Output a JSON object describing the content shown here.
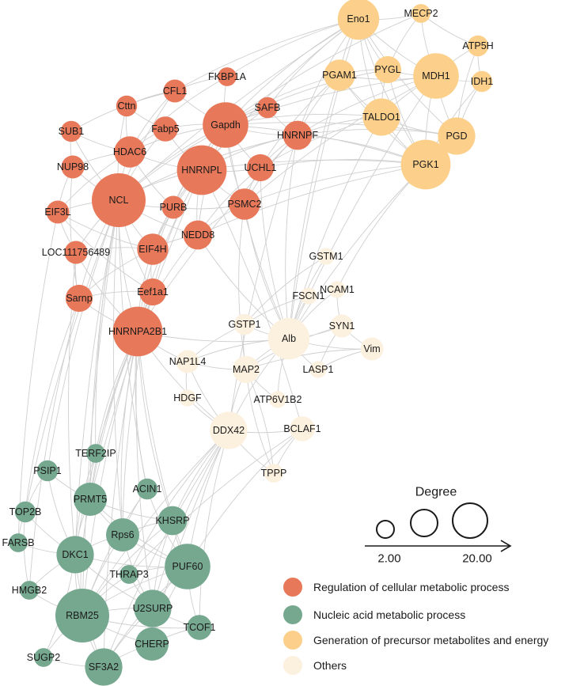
{
  "colors": {
    "regulation": "#e8785a",
    "nucleic": "#76a890",
    "generation": "#fcd08a",
    "others": "#fcf0de",
    "edge": "#cfcfcf"
  },
  "nodes": [
    {
      "id": "Eno1",
      "cat": "generation",
      "deg": 14
    },
    {
      "id": "MECP2",
      "cat": "generation",
      "deg": 3
    },
    {
      "id": "ATP5H",
      "cat": "generation",
      "deg": 4
    },
    {
      "id": "PYGL",
      "cat": "generation",
      "deg": 7
    },
    {
      "id": "PGAM1",
      "cat": "generation",
      "deg": 9
    },
    {
      "id": "MDH1",
      "cat": "generation",
      "deg": 16
    },
    {
      "id": "IDH1",
      "cat": "generation",
      "deg": 4
    },
    {
      "id": "TALDO1",
      "cat": "generation",
      "deg": 12
    },
    {
      "id": "PGD",
      "cat": "generation",
      "deg": 12
    },
    {
      "id": "PGK1",
      "cat": "generation",
      "deg": 18
    },
    {
      "id": "FKBP1A",
      "cat": "regulation",
      "deg": 3
    },
    {
      "id": "CFL1",
      "cat": "regulation",
      "deg": 5
    },
    {
      "id": "Cttn",
      "cat": "regulation",
      "deg": 4
    },
    {
      "id": "SAFB",
      "cat": "regulation",
      "deg": 4
    },
    {
      "id": "Gapdh",
      "cat": "regulation",
      "deg": 16
    },
    {
      "id": "Fabp5",
      "cat": "regulation",
      "deg": 6
    },
    {
      "id": "SUB1",
      "cat": "regulation",
      "deg": 4
    },
    {
      "id": "HNRNPF",
      "cat": "regulation",
      "deg": 8
    },
    {
      "id": "HDAC6",
      "cat": "regulation",
      "deg": 9
    },
    {
      "id": "NUP98",
      "cat": "regulation",
      "deg": 5
    },
    {
      "id": "HNRNPL",
      "cat": "regulation",
      "deg": 18
    },
    {
      "id": "UCHL1",
      "cat": "regulation",
      "deg": 7
    },
    {
      "id": "NCL",
      "cat": "regulation",
      "deg": 20
    },
    {
      "id": "EIF3L",
      "cat": "regulation",
      "deg": 5
    },
    {
      "id": "PURB",
      "cat": "regulation",
      "deg": 5
    },
    {
      "id": "PSMC2",
      "cat": "regulation",
      "deg": 9
    },
    {
      "id": "NEDD8",
      "cat": "regulation",
      "deg": 8
    },
    {
      "id": "EIF4H",
      "cat": "regulation",
      "deg": 9
    },
    {
      "id": "LOC111756489",
      "cat": "regulation",
      "deg": 5
    },
    {
      "id": "Eef1a1",
      "cat": "regulation",
      "deg": 7
    },
    {
      "id": "Sarnp",
      "cat": "regulation",
      "deg": 7
    },
    {
      "id": "HNRNPA2B1",
      "cat": "regulation",
      "deg": 18
    },
    {
      "id": "GSTM1",
      "cat": "others",
      "deg": 2
    },
    {
      "id": "FSCN1",
      "cat": "others",
      "deg": 2
    },
    {
      "id": "NCAM1",
      "cat": "others",
      "deg": 2
    },
    {
      "id": "GSTP1",
      "cat": "others",
      "deg": 4
    },
    {
      "id": "Alb",
      "cat": "others",
      "deg": 14
    },
    {
      "id": "SYN1",
      "cat": "others",
      "deg": 5
    },
    {
      "id": "Vim",
      "cat": "others",
      "deg": 5
    },
    {
      "id": "NAP1L4",
      "cat": "others",
      "deg": 5
    },
    {
      "id": "MAP2",
      "cat": "others",
      "deg": 7
    },
    {
      "id": "LASP1",
      "cat": "others",
      "deg": 2
    },
    {
      "id": "ATP6V1B2",
      "cat": "others",
      "deg": 2
    },
    {
      "id": "HDGF",
      "cat": "others",
      "deg": 2
    },
    {
      "id": "DDX42",
      "cat": "others",
      "deg": 12
    },
    {
      "id": "BCLAF1",
      "cat": "others",
      "deg": 6
    },
    {
      "id": "TPPP",
      "cat": "others",
      "deg": 3
    },
    {
      "id": "TERF2IP",
      "cat": "nucleic",
      "deg": 3
    },
    {
      "id": "PSIP1",
      "cat": "nucleic",
      "deg": 4
    },
    {
      "id": "PRMT5",
      "cat": "nucleic",
      "deg": 10
    },
    {
      "id": "ACIN1",
      "cat": "nucleic",
      "deg": 4
    },
    {
      "id": "TOP2B",
      "cat": "nucleic",
      "deg": 4
    },
    {
      "id": "KHSRP",
      "cat": "nucleic",
      "deg": 8
    },
    {
      "id": "FARSB",
      "cat": "nucleic",
      "deg": 3
    },
    {
      "id": "Rps6",
      "cat": "nucleic",
      "deg": 10
    },
    {
      "id": "DKC1",
      "cat": "nucleic",
      "deg": 12
    },
    {
      "id": "PUF60",
      "cat": "nucleic",
      "deg": 16
    },
    {
      "id": "THRAP3",
      "cat": "nucleic",
      "deg": 3
    },
    {
      "id": "HMGB2",
      "cat": "nucleic",
      "deg": 3
    },
    {
      "id": "U2SURP",
      "cat": "nucleic",
      "deg": 12
    },
    {
      "id": "RBM25",
      "cat": "nucleic",
      "deg": 20
    },
    {
      "id": "TCOF1",
      "cat": "nucleic",
      "deg": 6
    },
    {
      "id": "CHERP",
      "cat": "nucleic",
      "deg": 10
    },
    {
      "id": "SUGP2",
      "cat": "nucleic",
      "deg": 3
    },
    {
      "id": "SF3A2",
      "cat": "nucleic",
      "deg": 12
    }
  ],
  "edges": [
    [
      "Eno1",
      "MECP2"
    ],
    [
      "Eno1",
      "PGAM1"
    ],
    [
      "Eno1",
      "PYGL"
    ],
    [
      "Eno1",
      "MDH1"
    ],
    [
      "Eno1",
      "TALDO1"
    ],
    [
      "Eno1",
      "PGK1"
    ],
    [
      "Eno1",
      "PGD"
    ],
    [
      "Eno1",
      "Gapdh"
    ],
    [
      "Eno1",
      "HNRNPF"
    ],
    [
      "Eno1",
      "SAFB"
    ],
    [
      "Eno1",
      "FKBP1A"
    ],
    [
      "Eno1",
      "CFL1"
    ],
    [
      "Eno1",
      "NCL"
    ],
    [
      "Eno1",
      "Alb"
    ],
    [
      "Eno1",
      "HNRNPL"
    ],
    [
      "MECP2",
      "MDH1"
    ],
    [
      "MECP2",
      "ATP5H"
    ],
    [
      "MECP2",
      "PYGL"
    ],
    [
      "MECP2",
      "Gapdh"
    ],
    [
      "ATP5H",
      "MDH1"
    ],
    [
      "ATP5H",
      "IDH1"
    ],
    [
      "ATP5H",
      "PGD"
    ],
    [
      "PYGL",
      "PGAM1"
    ],
    [
      "PYGL",
      "MDH1"
    ],
    [
      "PYGL",
      "TALDO1"
    ],
    [
      "PYGL",
      "PGK1"
    ],
    [
      "PYGL",
      "Gapdh"
    ],
    [
      "PGAM1",
      "MDH1"
    ],
    [
      "PGAM1",
      "TALDO1"
    ],
    [
      "PGAM1",
      "PGK1"
    ],
    [
      "PGAM1",
      "Gapdh"
    ],
    [
      "PGAM1",
      "HNRNPF"
    ],
    [
      "PGAM1",
      "UCHL1"
    ],
    [
      "PGAM1",
      "Alb"
    ],
    [
      "MDH1",
      "IDH1"
    ],
    [
      "MDH1",
      "TALDO1"
    ],
    [
      "MDH1",
      "PGD"
    ],
    [
      "MDH1",
      "PGK1"
    ],
    [
      "MDH1",
      "Gapdh"
    ],
    [
      "MDH1",
      "HNRNPF"
    ],
    [
      "MDH1",
      "Alb"
    ],
    [
      "MDH1",
      "PSMC2"
    ],
    [
      "IDH1",
      "PGD"
    ],
    [
      "IDH1",
      "PGK1"
    ],
    [
      "TALDO1",
      "PGD"
    ],
    [
      "TALDO1",
      "PGK1"
    ],
    [
      "TALDO1",
      "Gapdh"
    ],
    [
      "TALDO1",
      "HNRNPF"
    ],
    [
      "TALDO1",
      "Alb"
    ],
    [
      "TALDO1",
      "UCHL1"
    ],
    [
      "PGD",
      "PGK1"
    ],
    [
      "PGD",
      "Gapdh"
    ],
    [
      "PGD",
      "HNRNPF"
    ],
    [
      "PGK1",
      "Gapdh"
    ],
    [
      "PGK1",
      "Alb"
    ],
    [
      "PGK1",
      "HNRNPF"
    ],
    [
      "PGK1",
      "UCHL1"
    ],
    [
      "PGK1",
      "PSMC2"
    ],
    [
      "PGK1",
      "NCAM1"
    ],
    [
      "PGK1",
      "HNRNPL"
    ],
    [
      "PGK1",
      "NEDD8"
    ],
    [
      "FKBP1A",
      "CFL1"
    ],
    [
      "FKBP1A",
      "Gapdh"
    ],
    [
      "FKBP1A",
      "HDAC6"
    ],
    [
      "CFL1",
      "Cttn"
    ],
    [
      "CFL1",
      "Gapdh"
    ],
    [
      "CFL1",
      "HDAC6"
    ],
    [
      "CFL1",
      "NCL"
    ],
    [
      "CFL1",
      "SUB1"
    ],
    [
      "Cttn",
      "HDAC6"
    ],
    [
      "Cttn",
      "Fabp5"
    ],
    [
      "Cttn",
      "NCL"
    ],
    [
      "SAFB",
      "Gapdh"
    ],
    [
      "SAFB",
      "HNRNPF"
    ],
    [
      "SAFB",
      "HNRNPL"
    ],
    [
      "SAFB",
      "NCL"
    ],
    [
      "Gapdh",
      "Fabp5"
    ],
    [
      "Gapdh",
      "HDAC6"
    ],
    [
      "Gapdh",
      "HNRNPL"
    ],
    [
      "Gapdh",
      "UCHL1"
    ],
    [
      "Gapdh",
      "HNRNPF"
    ],
    [
      "Gapdh",
      "NCL"
    ],
    [
      "Gapdh",
      "PSMC2"
    ],
    [
      "Gapdh",
      "NEDD8"
    ],
    [
      "Gapdh",
      "PURB"
    ],
    [
      "Gapdh",
      "Alb"
    ],
    [
      "Gapdh",
      "EIF4H"
    ],
    [
      "Fabp5",
      "HDAC6"
    ],
    [
      "Fabp5",
      "HNRNPL"
    ],
    [
      "Fabp5",
      "NCL"
    ],
    [
      "SUB1",
      "HDAC6"
    ],
    [
      "SUB1",
      "NCL"
    ],
    [
      "SUB1",
      "NUP98"
    ],
    [
      "HNRNPF",
      "HNRNPL"
    ],
    [
      "HNRNPF",
      "UCHL1"
    ],
    [
      "HNRNPF",
      "PSMC2"
    ],
    [
      "HNRNPF",
      "NCL"
    ],
    [
      "HNRNPF",
      "HNRNPA2B1"
    ],
    [
      "HNRNPF",
      "Alb"
    ],
    [
      "HNRNPF",
      "DDX42"
    ],
    [
      "HDAC6",
      "NCL"
    ],
    [
      "HDAC6",
      "NUP98"
    ],
    [
      "HDAC6",
      "HNRNPL"
    ],
    [
      "HDAC6",
      "EIF3L"
    ],
    [
      "HDAC6",
      "PURB"
    ],
    [
      "NUP98",
      "NCL"
    ],
    [
      "NUP98",
      "EIF3L"
    ],
    [
      "NUP98",
      "Sarnp"
    ],
    [
      "HNRNPL",
      "NCL"
    ],
    [
      "HNRNPL",
      "UCHL1"
    ],
    [
      "HNRNPL",
      "PURB"
    ],
    [
      "HNRNPL",
      "NEDD8"
    ],
    [
      "HNRNPL",
      "PSMC2"
    ],
    [
      "HNRNPL",
      "EIF4H"
    ],
    [
      "HNRNPL",
      "HNRNPA2B1"
    ],
    [
      "HNRNPL",
      "Eef1a1"
    ],
    [
      "HNRNPL",
      "PRMT5"
    ],
    [
      "UCHL1",
      "PSMC2"
    ],
    [
      "UCHL1",
      "NEDD8"
    ],
    [
      "UCHL1",
      "Alb"
    ],
    [
      "NCL",
      "EIF3L"
    ],
    [
      "NCL",
      "PURB"
    ],
    [
      "NCL",
      "EIF4H"
    ],
    [
      "NCL",
      "LOC111756489"
    ],
    [
      "NCL",
      "Sarnp"
    ],
    [
      "NCL",
      "HNRNPA2B1"
    ],
    [
      "NCL",
      "Eef1a1"
    ],
    [
      "NCL",
      "NEDD8"
    ],
    [
      "NCL",
      "Rps6"
    ],
    [
      "NCL",
      "PRMT5"
    ],
    [
      "NCL",
      "DKC1"
    ],
    [
      "NCL",
      "TERF2IP"
    ],
    [
      "NCL",
      "ACIN1"
    ],
    [
      "NCL",
      "RBM25"
    ],
    [
      "NCL",
      "TOP2B"
    ],
    [
      "NCL",
      "PSIP1"
    ],
    [
      "EIF3L",
      "EIF4H"
    ],
    [
      "EIF3L",
      "LOC111756489"
    ],
    [
      "EIF3L",
      "Eef1a1"
    ],
    [
      "EIF3L",
      "FARSB"
    ],
    [
      "PURB",
      "PSMC2"
    ],
    [
      "PURB",
      "EIF4H"
    ],
    [
      "PURB",
      "HNRNPA2B1"
    ],
    [
      "PSMC2",
      "NEDD8"
    ],
    [
      "PSMC2",
      "Alb"
    ],
    [
      "PSMC2",
      "MAP2"
    ],
    [
      "NEDD8",
      "EIF4H"
    ],
    [
      "NEDD8",
      "HNRNPA2B1"
    ],
    [
      "NEDD8",
      "Alb"
    ],
    [
      "EIF4H",
      "Eef1a1"
    ],
    [
      "EIF4H",
      "LOC111756489"
    ],
    [
      "EIF4H",
      "HNRNPA2B1"
    ],
    [
      "EIF4H",
      "Sarnp"
    ],
    [
      "LOC111756489",
      "Sarnp"
    ],
    [
      "LOC111756489",
      "HNRNPA2B1"
    ],
    [
      "LOC111756489",
      "DKC1"
    ],
    [
      "Eef1a1",
      "HNRNPA2B1"
    ],
    [
      "Eef1a1",
      "Sarnp"
    ],
    [
      "Eef1a1",
      "Rps6"
    ],
    [
      "Eef1a1",
      "PRMT5"
    ],
    [
      "Sarnp",
      "HNRNPA2B1"
    ],
    [
      "Sarnp",
      "HMGB2"
    ],
    [
      "Sarnp",
      "TOP2B"
    ],
    [
      "HNRNPA2B1",
      "PRMT5"
    ],
    [
      "HNRNPA2B1",
      "Rps6"
    ],
    [
      "HNRNPA2B1",
      "DKC1"
    ],
    [
      "HNRNPA2B1",
      "RBM25"
    ],
    [
      "HNRNPA2B1",
      "KHSRP"
    ],
    [
      "HNRNPA2B1",
      "PUF60"
    ],
    [
      "HNRNPA2B1",
      "DDX42"
    ],
    [
      "HNRNPA2B1",
      "NAP1L4"
    ],
    [
      "HNRNPA2B1",
      "ACIN1"
    ],
    [
      "HNRNPA2B1",
      "TERF2IP"
    ],
    [
      "HNRNPA2B1",
      "U2SURP"
    ],
    [
      "HNRNPA2B1",
      "SF3A2"
    ],
    [
      "HNRNPA2B1",
      "Alb"
    ],
    [
      "GSTM1",
      "GSTP1"
    ],
    [
      "GSTM1",
      "Alb"
    ],
    [
      "FSCN1",
      "Alb"
    ],
    [
      "FSCN1",
      "GSTP1"
    ],
    [
      "NCAM1",
      "Alb"
    ],
    [
      "NCAM1",
      "SYN1"
    ],
    [
      "GSTP1",
      "Alb"
    ],
    [
      "GSTP1",
      "NAP1L4"
    ],
    [
      "GSTP1",
      "MAP2"
    ],
    [
      "Alb",
      "SYN1"
    ],
    [
      "Alb",
      "Vim"
    ],
    [
      "Alb",
      "LASP1"
    ],
    [
      "Alb",
      "MAP2"
    ],
    [
      "Alb",
      "NAP1L4"
    ],
    [
      "Alb",
      "ATP6V1B2"
    ],
    [
      "Alb",
      "DDX42"
    ],
    [
      "SYN1",
      "Vim"
    ],
    [
      "SYN1",
      "LASP1"
    ],
    [
      "SYN1",
      "MAP2"
    ],
    [
      "Vim",
      "LASP1"
    ],
    [
      "Vim",
      "MAP2"
    ],
    [
      "NAP1L4",
      "MAP2"
    ],
    [
      "NAP1L4",
      "HDGF"
    ],
    [
      "NAP1L4",
      "DDX42"
    ],
    [
      "MAP2",
      "DDX42"
    ],
    [
      "MAP2",
      "TPPP"
    ],
    [
      "MAP2",
      "ATP6V1B2"
    ],
    [
      "HDGF",
      "DDX42"
    ],
    [
      "DDX42",
      "BCLAF1"
    ],
    [
      "DDX42",
      "TPPP"
    ],
    [
      "DDX42",
      "PUF60"
    ],
    [
      "DDX42",
      "U2SURP"
    ],
    [
      "DDX42",
      "SF3A2"
    ],
    [
      "DDX42",
      "RBM25"
    ],
    [
      "DDX42",
      "CHERP"
    ],
    [
      "DDX42",
      "KHSRP"
    ],
    [
      "DDX42",
      "THRAP3"
    ],
    [
      "DDX42",
      "TCOF1"
    ],
    [
      "BCLAF1",
      "TPPP"
    ],
    [
      "BCLAF1",
      "THRAP3"
    ],
    [
      "BCLAF1",
      "PUF60"
    ],
    [
      "BCLAF1",
      "HNRNPL"
    ],
    [
      "TPPP",
      "MAP2"
    ],
    [
      "TERF2IP",
      "PRMT5"
    ],
    [
      "TERF2IP",
      "DKC1"
    ],
    [
      "PSIP1",
      "PRMT5"
    ],
    [
      "PSIP1",
      "DKC1"
    ],
    [
      "PSIP1",
      "TOP2B"
    ],
    [
      "PRMT5",
      "Rps6"
    ],
    [
      "PRMT5",
      "DKC1"
    ],
    [
      "PRMT5",
      "RBM25"
    ],
    [
      "PRMT5",
      "KHSRP"
    ],
    [
      "PRMT5",
      "PUF60"
    ],
    [
      "ACIN1",
      "Rps6"
    ],
    [
      "ACIN1",
      "PUF60"
    ],
    [
      "ACIN1",
      "RBM25"
    ],
    [
      "TOP2B",
      "DKC1"
    ],
    [
      "TOP2B",
      "FARSB"
    ],
    [
      "TOP2B",
      "HMGB2"
    ],
    [
      "KHSRP",
      "PUF60"
    ],
    [
      "KHSRP",
      "U2SURP"
    ],
    [
      "KHSRP",
      "RBM25"
    ],
    [
      "KHSRP",
      "Rps6"
    ],
    [
      "FARSB",
      "DKC1"
    ],
    [
      "Rps6",
      "DKC1"
    ],
    [
      "Rps6",
      "RBM25"
    ],
    [
      "Rps6",
      "PUF60"
    ],
    [
      "Rps6",
      "U2SURP"
    ],
    [
      "DKC1",
      "RBM25"
    ],
    [
      "DKC1",
      "PUF60"
    ],
    [
      "DKC1",
      "U2SURP"
    ],
    [
      "DKC1",
      "HMGB2"
    ],
    [
      "DKC1",
      "SF3A2"
    ],
    [
      "PUF60",
      "THRAP3"
    ],
    [
      "PUF60",
      "U2SURP"
    ],
    [
      "PUF60",
      "RBM25"
    ],
    [
      "PUF60",
      "CHERP"
    ],
    [
      "PUF60",
      "SF3A2"
    ],
    [
      "PUF60",
      "TCOF1"
    ],
    [
      "THRAP3",
      "RBM25"
    ],
    [
      "THRAP3",
      "U2SURP"
    ],
    [
      "HMGB2",
      "RBM25"
    ],
    [
      "U2SURP",
      "RBM25"
    ],
    [
      "U2SURP",
      "CHERP"
    ],
    [
      "U2SURP",
      "SF3A2"
    ],
    [
      "U2SURP",
      "TCOF1"
    ],
    [
      "RBM25",
      "CHERP"
    ],
    [
      "RBM25",
      "SF3A2"
    ],
    [
      "RBM25",
      "SUGP2"
    ],
    [
      "RBM25",
      "TCOF1"
    ],
    [
      "TCOF1",
      "CHERP"
    ],
    [
      "CHERP",
      "SF3A2"
    ],
    [
      "SUGP2",
      "SF3A2"
    ],
    [
      "SUGP2",
      "DKC1"
    ]
  ],
  "degree_legend": {
    "title": "Degree",
    "min_label": "2.00",
    "max_label": "20.00",
    "circles": [
      2,
      11,
      20
    ]
  },
  "legend": [
    {
      "cat": "regulation",
      "label": "Regulation of cellular metabolic process"
    },
    {
      "cat": "nucleic",
      "label": "Nucleic acid metabolic process"
    },
    {
      "cat": "generation",
      "label": "Generation of precursor metabolites and energy"
    },
    {
      "cat": "others",
      "label": "Others"
    }
  ]
}
